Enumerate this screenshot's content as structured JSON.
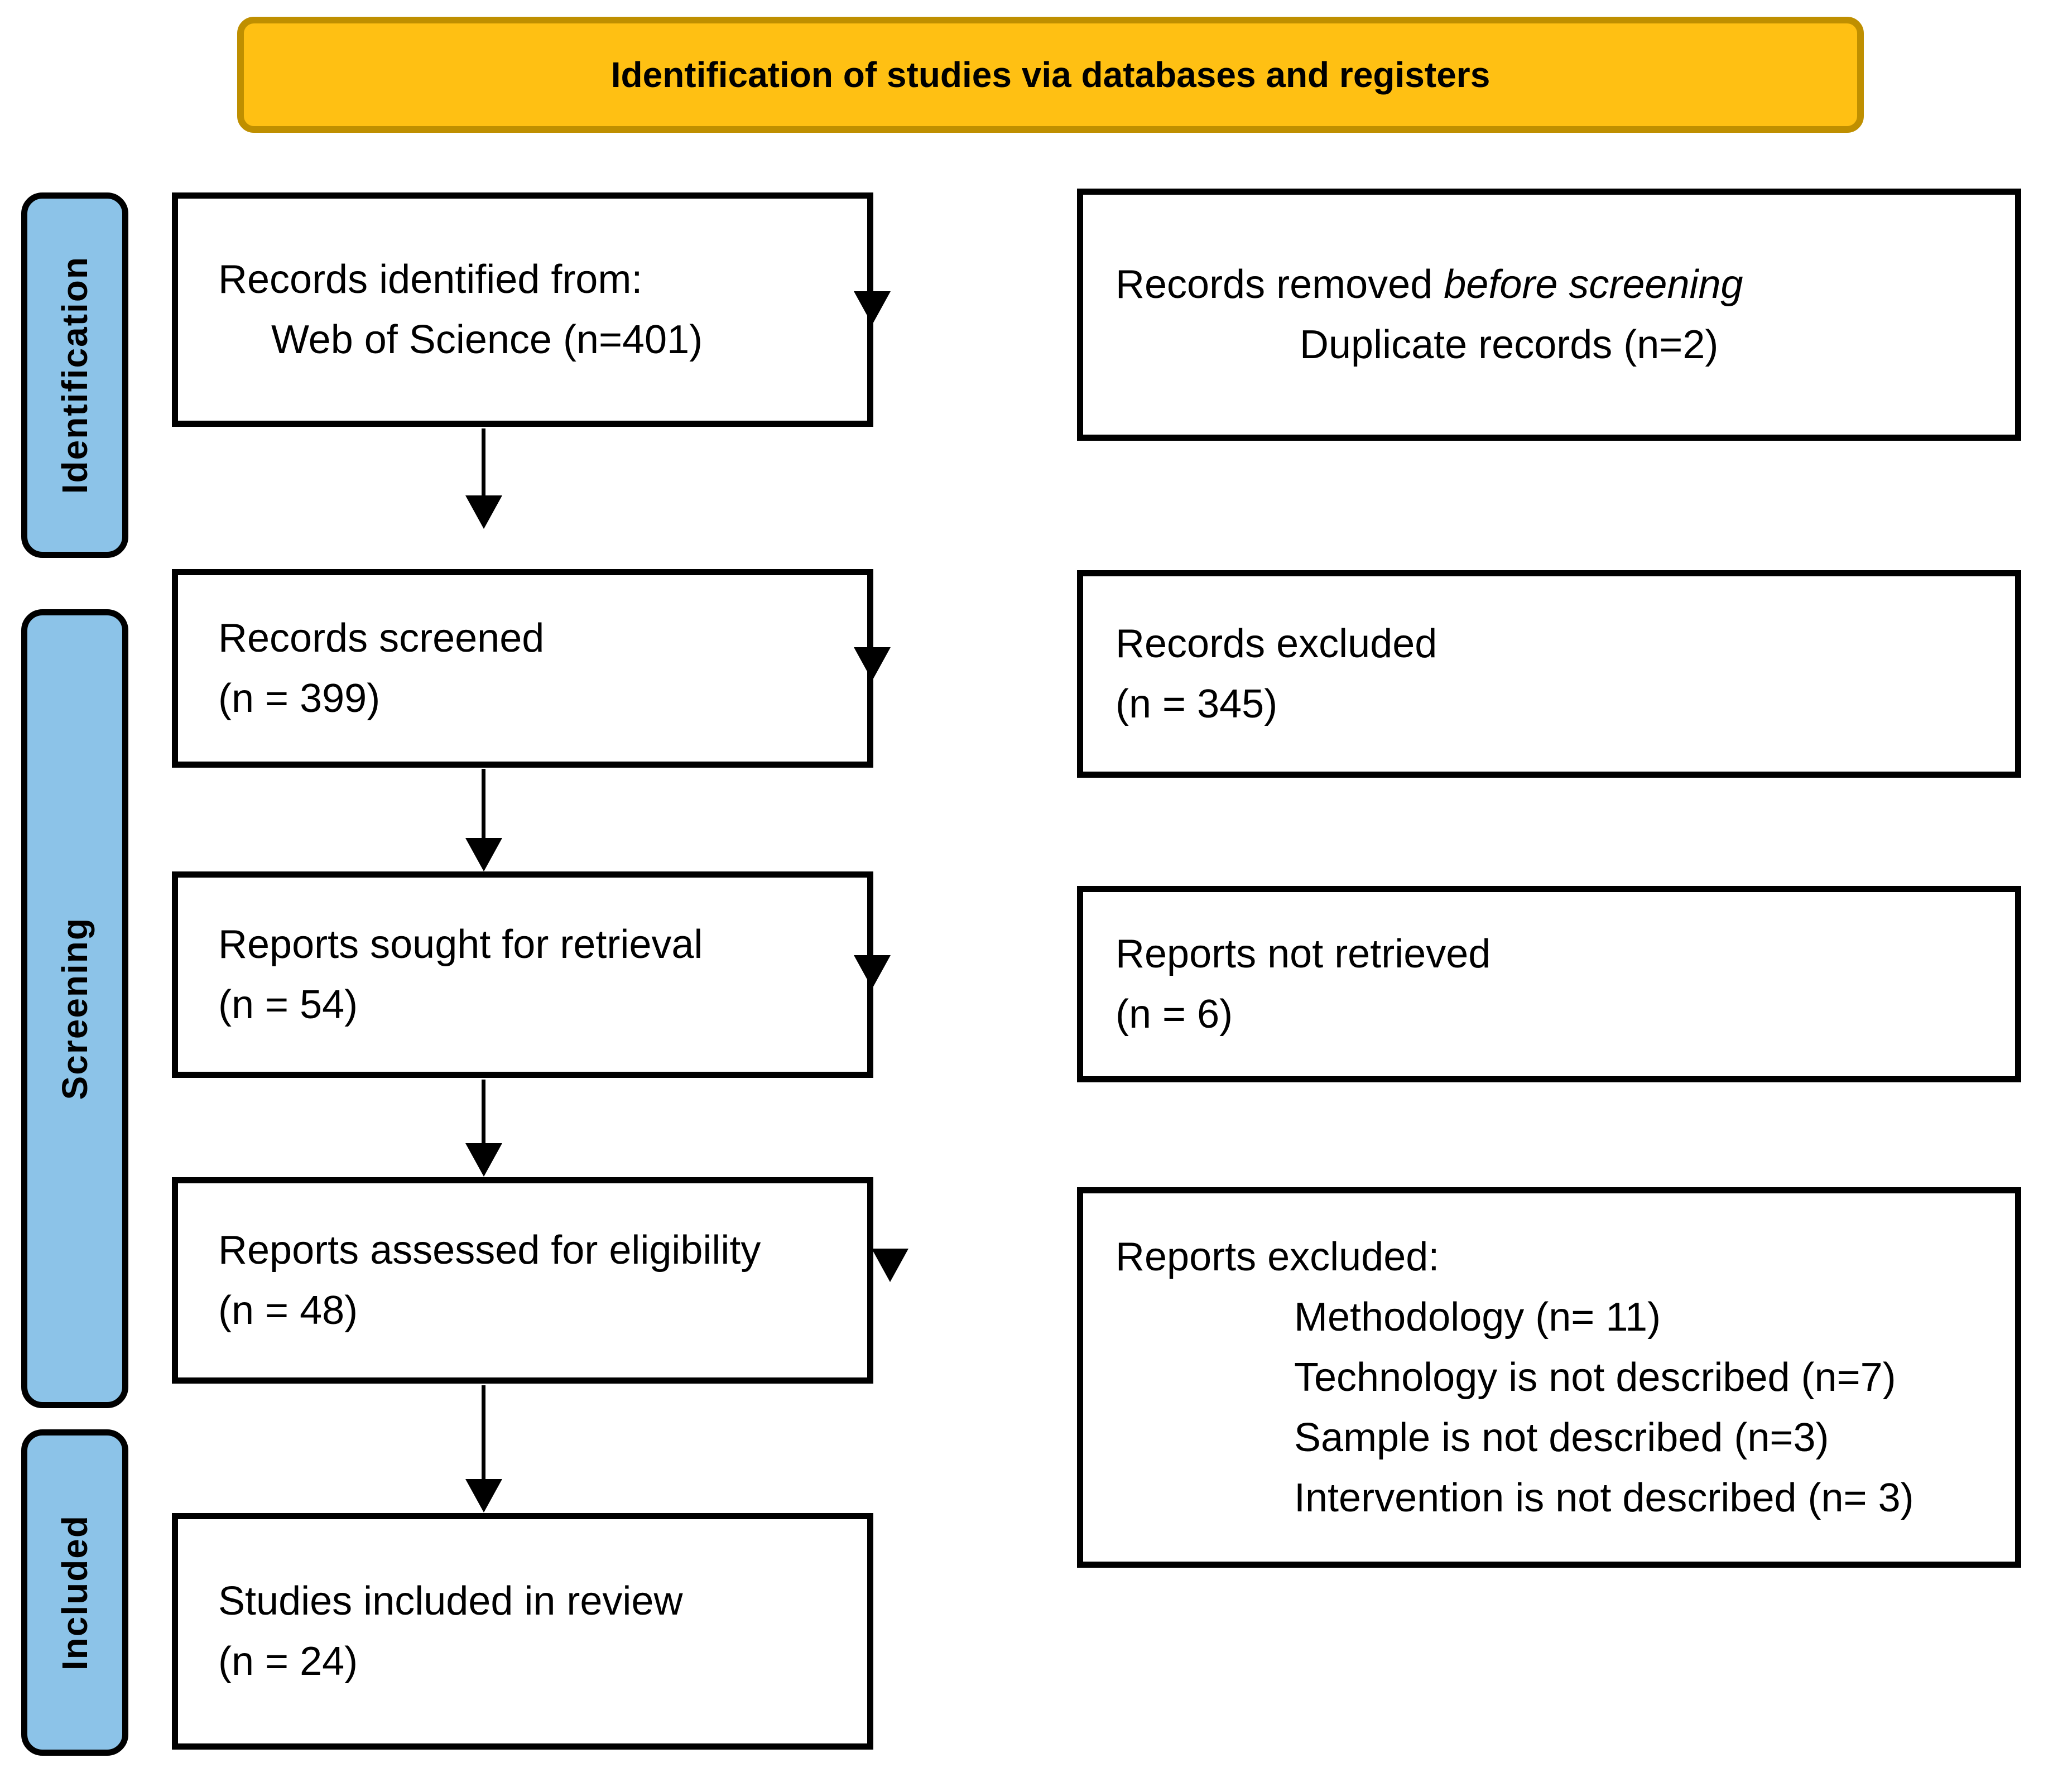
{
  "header": {
    "label": "Identification of studies via databases and registers"
  },
  "stages": [
    {
      "label": "Identification"
    },
    {
      "label": "Screening"
    },
    {
      "label": "Included"
    }
  ],
  "boxes": {
    "records_identified": {
      "line1": "Records identified from:",
      "line2": "Web of Science (n=401)"
    },
    "records_removed": {
      "line1_prefix": "Records removed ",
      "line1_italic": "before screening",
      "line2": "Duplicate records (n=2)"
    },
    "records_screened": {
      "line1": "Records screened",
      "line2": "(n = 399)"
    },
    "records_excluded": {
      "line1": "Records excluded",
      "line2": "(n = 345)"
    },
    "reports_sought": {
      "line1": "Reports sought for retrieval",
      "line2": "(n = 54)"
    },
    "reports_not_retrieved": {
      "line1": "Reports not retrieved",
      "line2": "(n = 6)"
    },
    "reports_assessed": {
      "line1": "Reports assessed for eligibility",
      "line2": "(n = 48)"
    },
    "reports_excluded": {
      "title": "Reports excluded:",
      "reasons": [
        "Methodology (n= 11)",
        "Technology is not described (n=7)",
        "Sample is not described (n=3)",
        "Intervention is not described (n= 3)"
      ]
    },
    "studies_included": {
      "line1": "Studies included in review",
      "line2": "(n = 24)"
    }
  },
  "colors": {
    "header_bg": "#FFC013",
    "header_border": "#BF8F00",
    "stage_bg": "#8CC3E8",
    "box_border": "#000000",
    "arrow": "#000000"
  }
}
